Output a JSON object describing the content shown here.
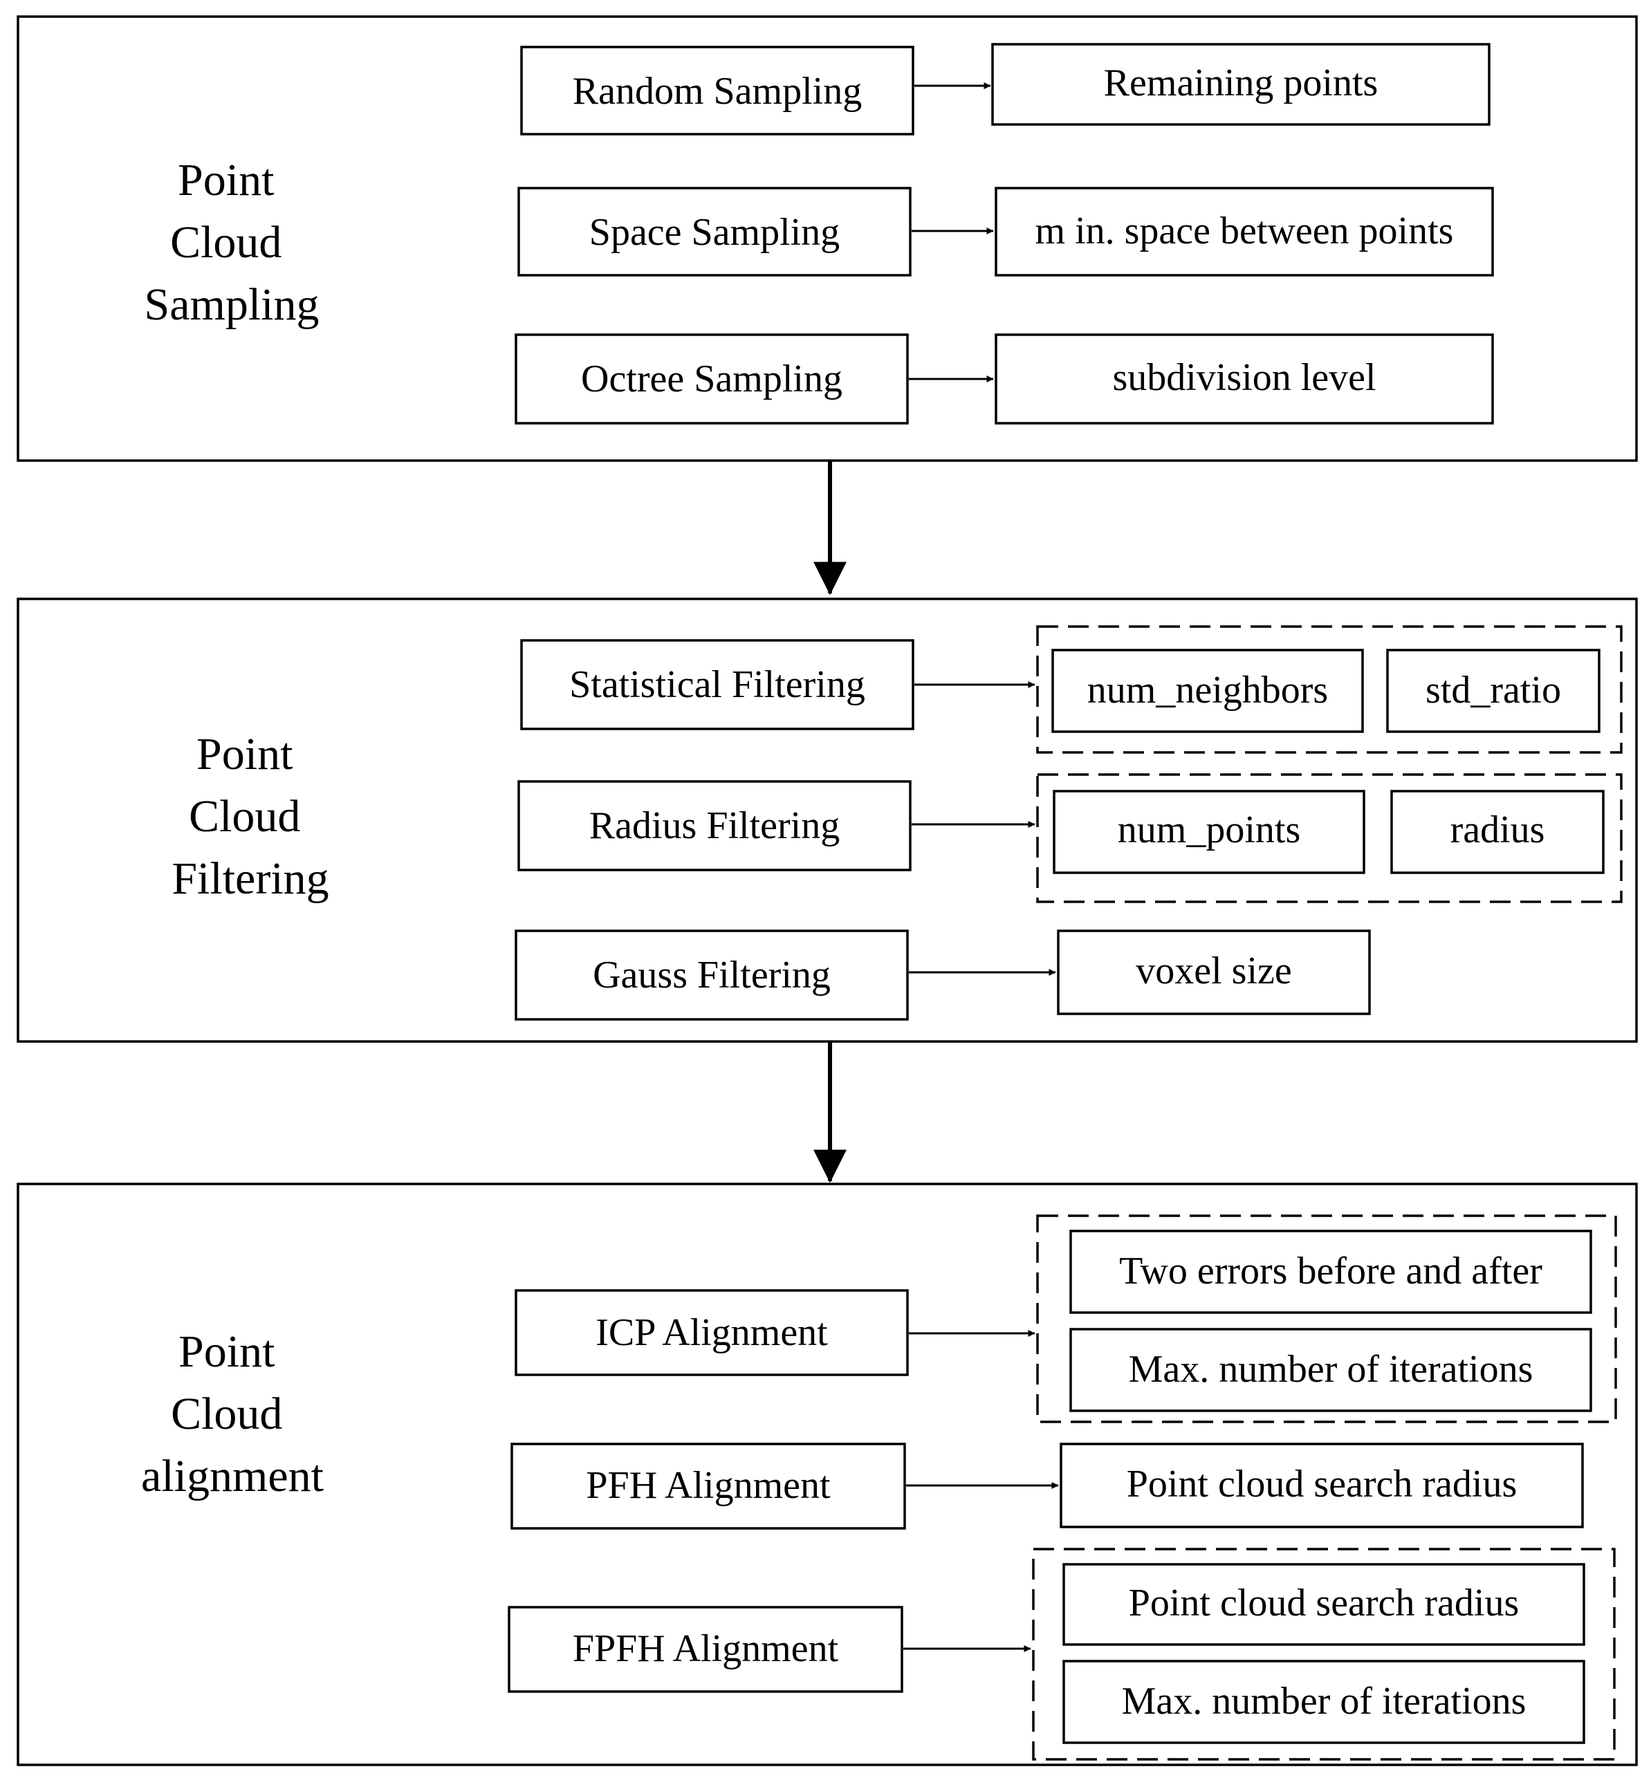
{
  "sampling": {
    "label": [
      "Point",
      "Cloud",
      "Sampling"
    ],
    "methods": [
      {
        "name": "Random Sampling",
        "params": [
          "Remaining points"
        ]
      },
      {
        "name": "Space Sampling",
        "params": [
          "m in. space between points"
        ]
      },
      {
        "name": "Octree Sampling",
        "params": [
          "subdivision level"
        ]
      }
    ]
  },
  "filtering": {
    "label": [
      "Point",
      "Cloud",
      "Filtering"
    ],
    "methods": [
      {
        "name": "Statistical Filtering",
        "params": [
          "num_neighbors",
          "std_ratio"
        ]
      },
      {
        "name": "Radius Filtering",
        "params": [
          "num_points",
          "radius"
        ]
      },
      {
        "name": "Gauss Filtering",
        "params": [
          "voxel size"
        ]
      }
    ]
  },
  "alignment": {
    "label": [
      "Point",
      "Cloud",
      "alignment"
    ],
    "methods": [
      {
        "name": "ICP Alignment",
        "params": [
          "Two errors before and after",
          "Max. number of iterations"
        ]
      },
      {
        "name": "PFH Alignment",
        "params": [
          "Point cloud search radius"
        ]
      },
      {
        "name": "FPFH Alignment",
        "params": [
          "Point cloud search radius",
          "Max. number of iterations"
        ]
      }
    ]
  }
}
